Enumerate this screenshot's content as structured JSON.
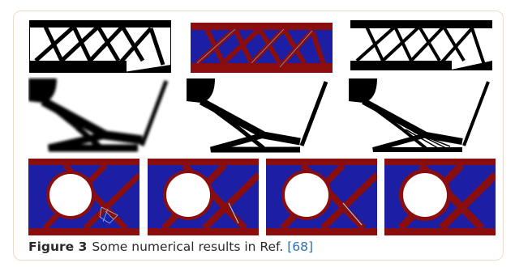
{
  "figure": {
    "label": "Figure 3",
    "caption_text": "Some numerical results in Ref. ",
    "ref_open": "[",
    "ref_number": "68",
    "ref_close": "]"
  },
  "colors": {
    "structure": "#000000",
    "void_dark": "#8b0e0e",
    "design_blue": "#1c1ea3",
    "frame_border": "#e8dccb",
    "ref_link": "#2f6fb3"
  }
}
